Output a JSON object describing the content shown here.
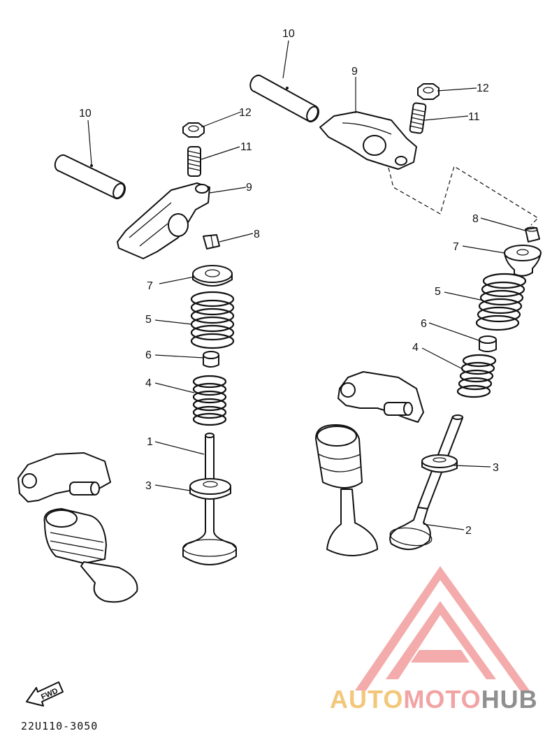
{
  "diagram": {
    "callouts": {
      "left_1": "1",
      "left_3": "3",
      "left_4": "4",
      "left_5": "5",
      "left_6": "6",
      "left_7": "7",
      "left_8": "8",
      "left_9": "9",
      "left_10": "10",
      "left_11": "11",
      "left_12": "12",
      "right_2": "2",
      "right_3": "3",
      "right_4": "4",
      "right_5": "5",
      "right_6": "6",
      "right_7": "7",
      "right_8": "8",
      "right_9": "9",
      "right_10": "10",
      "right_11": "11",
      "right_12": "12"
    },
    "fwd_label": "FWD",
    "part_code": "22U110-3050"
  },
  "watermark": {
    "word_1": "AUTO",
    "word_2": "MOTO",
    "word_3": "HUB",
    "colors": {
      "triangle": "#f2a3a3",
      "word_1": "#f3c77a",
      "word_2": "#f2a3a3",
      "word_3": "#8f8f8f"
    }
  }
}
